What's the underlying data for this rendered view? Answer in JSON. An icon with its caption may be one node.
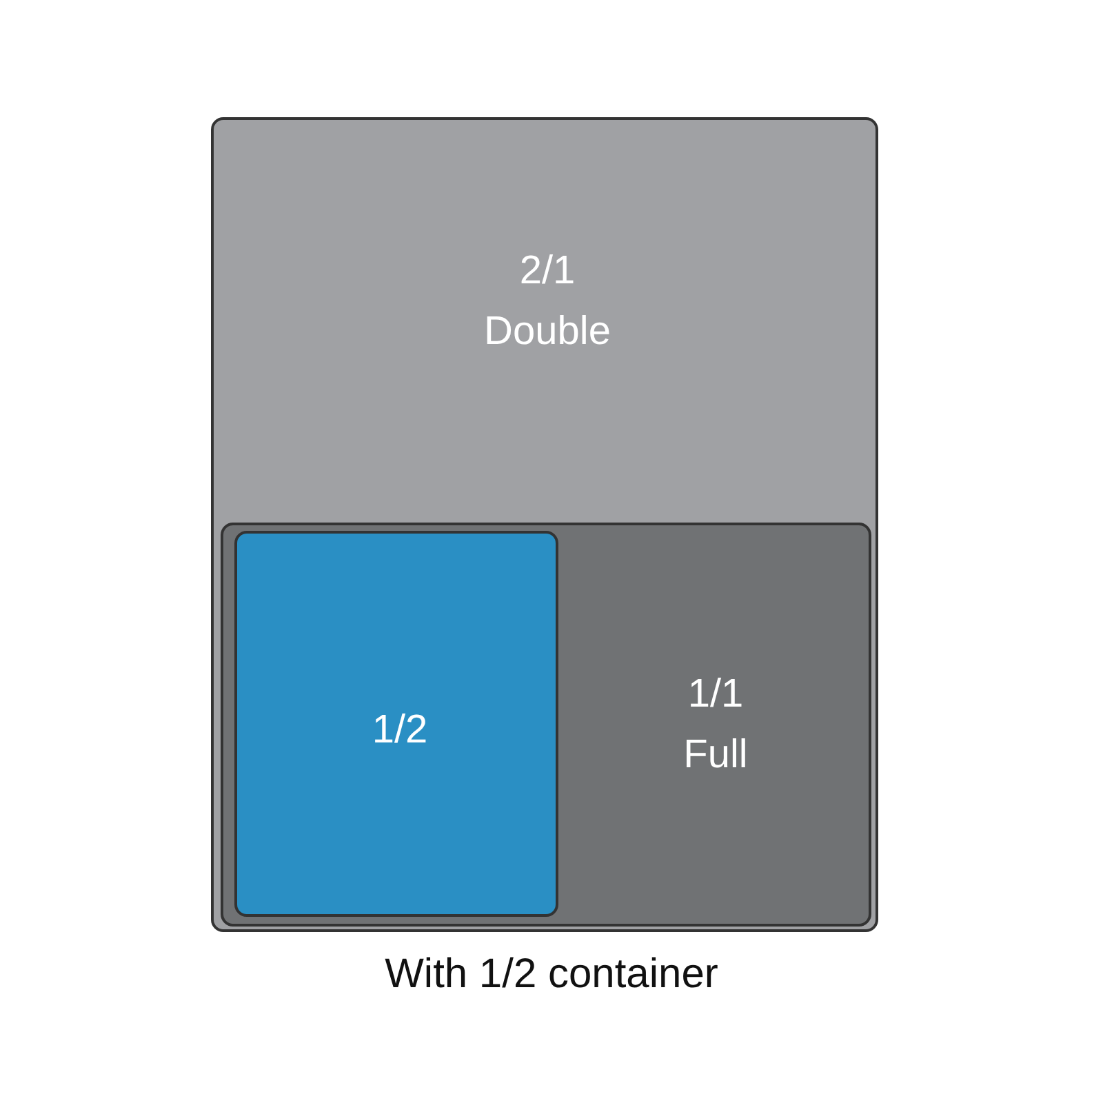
{
  "diagram": {
    "caption": "With 1/2 container",
    "nodes": [
      {
        "text": [
          "2/1",
          "Double"
        ]
      },
      {
        "text": [
          "1/1",
          "Full"
        ],
        "in": 0
      },
      {
        "text": [
          "1/2"
        ],
        "in": 1
      }
    ]
  }
}
